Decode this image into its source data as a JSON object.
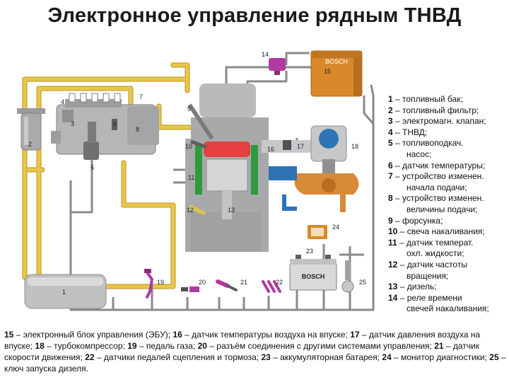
{
  "title": "Электронное управление рядным ТНВД",
  "component_numbers": [
    "1",
    "2",
    "3",
    "4",
    "5",
    "6",
    "7",
    "8",
    "9",
    "10",
    "11",
    "12",
    "13",
    "14",
    "15",
    "16",
    "17",
    "18",
    "19",
    "20",
    "21",
    "22",
    "23",
    "24",
    "25"
  ],
  "brand_labels": {
    "ecu": "BOSCH",
    "battery": "BOSCH"
  },
  "legend_right": [
    {
      "num": "1",
      "text": " – топливный бак;",
      "cont": []
    },
    {
      "num": "2",
      "text": " – топливный фильтр;",
      "cont": []
    },
    {
      "num": "3",
      "text": " – электромагн. клапан;",
      "cont": []
    },
    {
      "num": "4",
      "text": " – ТНВД;",
      "cont": []
    },
    {
      "num": "5",
      "text": " – топливоподкач.",
      "cont": [
        "насос;"
      ]
    },
    {
      "num": "6",
      "text": " – датчик температуры;",
      "cont": []
    },
    {
      "num": "7",
      "text": " – устройство изменен.",
      "cont": [
        "начала подачи;"
      ]
    },
    {
      "num": "8",
      "text": " – устройство изменен.",
      "cont": [
        "величины подачи;"
      ]
    },
    {
      "num": "9",
      "text": " – форсунка;",
      "cont": []
    },
    {
      "num": "10",
      "text": " – свеча накаливания;",
      "cont": []
    },
    {
      "num": "11",
      "text": " – датчик температ.",
      "cont": [
        "охл. жидкости;"
      ]
    },
    {
      "num": "12",
      "text": " – датчик частоты",
      "cont": [
        "вращения;"
      ]
    },
    {
      "num": "13",
      "text": " – дизель;",
      "cont": []
    },
    {
      "num": "14",
      "text": " – реле времени",
      "cont": [
        "свечей накаливания;"
      ]
    }
  ],
  "legend_bottom": [
    {
      "num": "15",
      "text": " – электронный блок управления (ЭБУ); "
    },
    {
      "num": "16",
      "text": " – датчик температуры воздуха на впуске; "
    },
    {
      "num": "17",
      "text": " – датчик давления воздуха на впуске; "
    },
    {
      "num": "18",
      "text": " – турбокомпрессор; "
    },
    {
      "num": "19",
      "text": " – педаль газа; "
    },
    {
      "num": "20",
      "text": " – разъём соединения с другими системами управления; "
    },
    {
      "num": "21",
      "text": " – датчик скорости движения; "
    },
    {
      "num": "22",
      "text": " – датчики педалей сцепления и тормоза; "
    },
    {
      "num": "23",
      "text": " – аккумуляторная батарея; "
    },
    {
      "num": "24",
      "text": " – монитор диагностики; "
    },
    {
      "num": "25",
      "text": " – ключ запуска дизеля."
    }
  ],
  "colors": {
    "fuel_line": "#e8c64a",
    "fuel_line_edge": "#b8961a",
    "signal_line": "#8a8a8a",
    "ecu_orange": "#d9892a",
    "relay_magenta": "#b03aa0",
    "engine_gray": "#a7a9ab",
    "combustion_red": "#e44040",
    "coolant_green": "#2f9a3e",
    "turbo_blue": "#2e74b5",
    "turbo_orange": "#d88a38"
  }
}
